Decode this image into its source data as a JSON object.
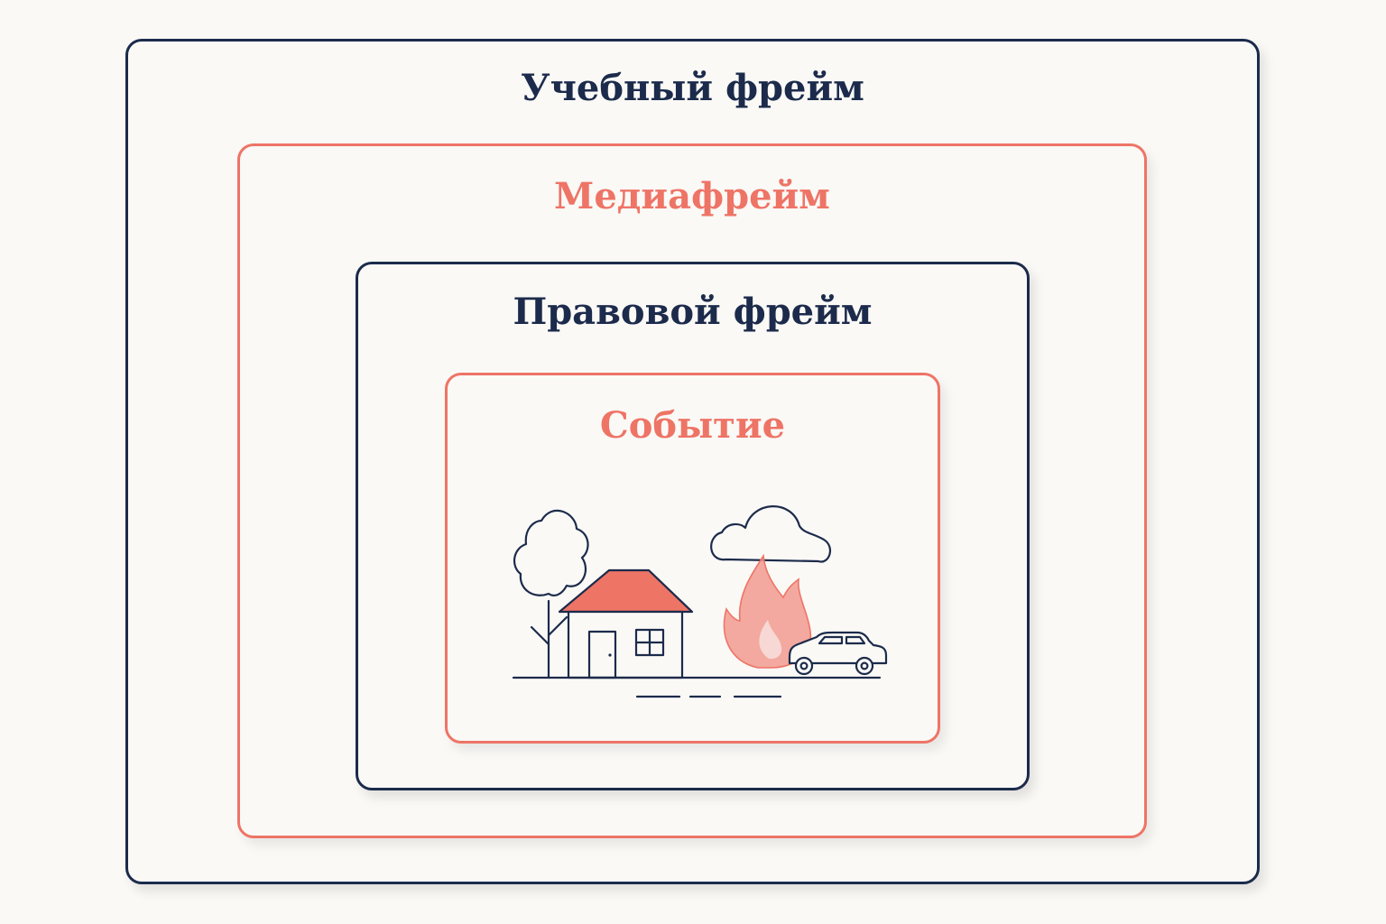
{
  "frames": {
    "outer": {
      "title": "Учебный фрейм",
      "color": "#1c2b4b"
    },
    "media": {
      "title": "Медиафрейм",
      "color": "#ee7466"
    },
    "legal": {
      "title": "Правовой фрейм",
      "color": "#1c2b4b"
    },
    "event": {
      "title": "Событие",
      "color": "#ee7466"
    }
  },
  "scene": {
    "icons": [
      "tree-icon",
      "house-icon",
      "cloud-icon",
      "fire-icon",
      "car-icon",
      "road-icon"
    ]
  },
  "colors": {
    "background": "#faf9f6",
    "navy": "#1c2b4b",
    "coral": "#ee7466"
  }
}
